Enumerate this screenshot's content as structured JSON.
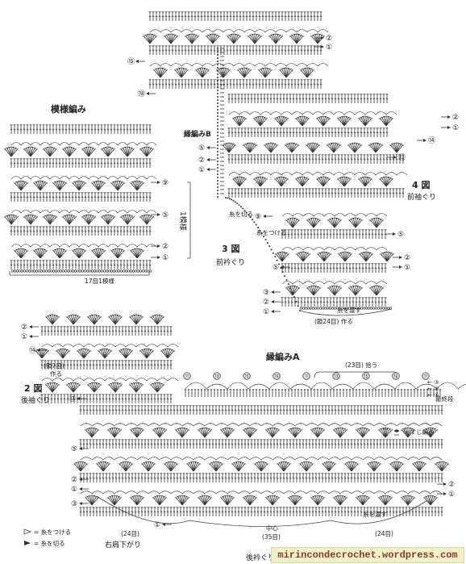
{
  "pattern_title": "模様編み",
  "edging_b_label": "縁編みB",
  "edging_a_label": "縁編みA",
  "fig3": {
    "title": "3 図",
    "subtitle": "前衿ぐり"
  },
  "fig4": {
    "title": "4 図",
    "subtitle": "前袖ぐり"
  },
  "fig2": {
    "title": "2 図",
    "subtitle": "後袖ぐり"
  },
  "repeat_label": "1模様",
  "stitch_repeat": "17目1模様",
  "cut_yarn": "糸を切る",
  "join_yarn": "糸をつける",
  "pass_yarn": "糸を渡す",
  "make_24": "(鎖24目) 作る",
  "make_7_line1": "(鎖7目)",
  "make_7_line2": "作る",
  "pick_23": "(23目) 拾う",
  "last_row": "最終段",
  "pick_24_left": "(24目)",
  "pick_24_right": "(24目)",
  "pick_35": "(35目)",
  "center": "中心",
  "back_neck": "後衿ぐり",
  "right_shoulder": "右肩下がり",
  "join_legend": "= 糸をつける",
  "cut_legend": "= 糸を切る",
  "sujiami_legend": "= すじ編み",
  "watermark": "mirincondecrochet.wordpress.com",
  "row_markers": {
    "r1": "①",
    "r2": "②",
    "r3": "③",
    "r5": "⑤",
    "r7": "⑦",
    "r9": "⑨",
    "r13": "⑬",
    "r14": "⑭",
    "r15": "⑮",
    "r16": "⑯",
    "r18": "⑱"
  },
  "edging_a_markers": [
    "⑪",
    "⑬",
    "⑮",
    "⑯",
    "⑪",
    "⑬",
    "⑮",
    "⑯",
    "⑪"
  ],
  "edging_a_rows": [
    "③",
    "②",
    "①"
  ]
}
